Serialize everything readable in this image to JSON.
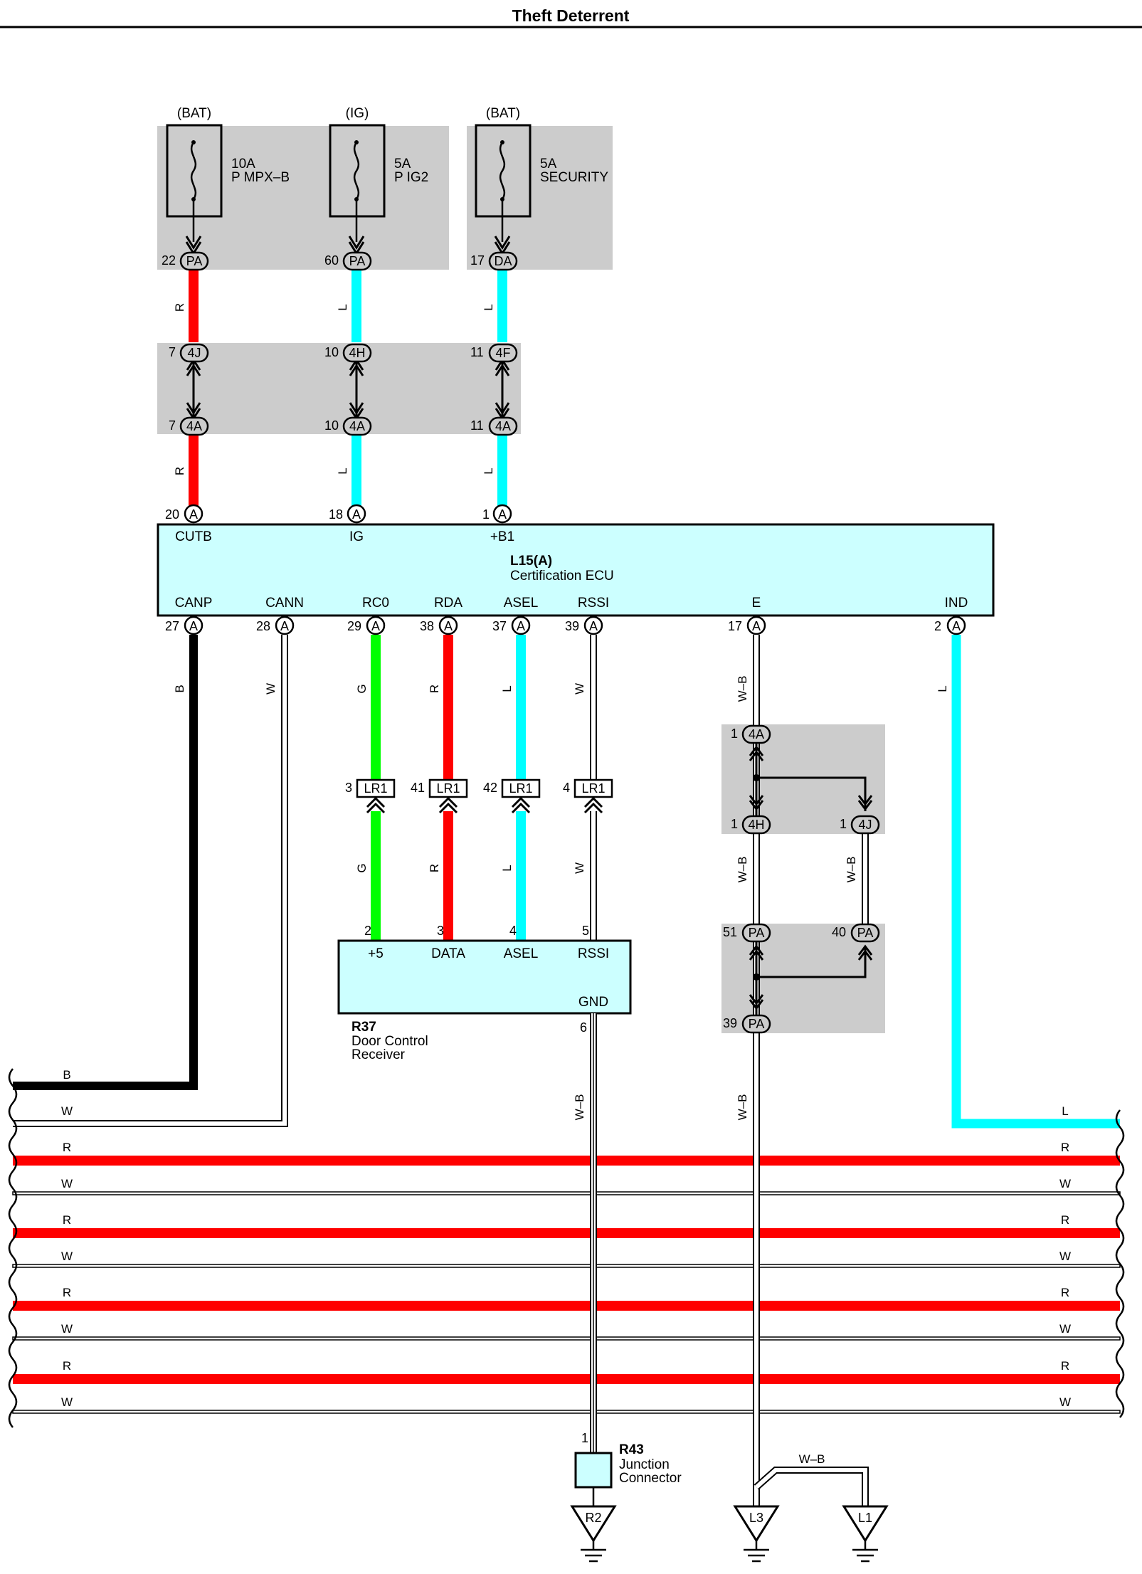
{
  "title": "Theft Deterrent",
  "colors": {
    "red": "#ff0000",
    "blue": "#00ffff",
    "green": "#00ff00",
    "black": "#000000",
    "white_wire": "#ffffff",
    "ecu_fill": "#ccffff",
    "junction_fill": "#cccccc"
  },
  "fuses": [
    {
      "source": "(BAT)",
      "rating": "10A",
      "name": "P MPX–B",
      "pin": "22",
      "conn": "PA",
      "wire": "R"
    },
    {
      "source": "(IG)",
      "rating": "5A",
      "name": "P IG2",
      "pin": "60",
      "conn": "PA",
      "wire": "L"
    },
    {
      "source": "(BAT)",
      "rating": "5A",
      "name": "SECURITY",
      "pin": "17",
      "conn": "DA",
      "wire": "L"
    }
  ],
  "upper_junction": [
    {
      "pin_top": "7",
      "conn_top": "4J",
      "pin_bottom": "7",
      "conn_bottom": "4A",
      "wire": "R"
    },
    {
      "pin_top": "10",
      "conn_top": "4H",
      "pin_bottom": "10",
      "conn_bottom": "4A",
      "wire": "L"
    },
    {
      "pin_top": "11",
      "conn_top": "4F",
      "pin_bottom": "11",
      "conn_bottom": "4A",
      "wire": "L"
    }
  ],
  "ecu": {
    "id": "L15(A)",
    "name": "Certification ECU",
    "conn": "A",
    "top_pins": [
      {
        "pin": "20",
        "label": "CUTB"
      },
      {
        "pin": "18",
        "label": "IG"
      },
      {
        "pin": "1",
        "label": "+B1"
      }
    ],
    "bottom_pins": [
      {
        "pin": "27",
        "label": "CANP",
        "wire": "B"
      },
      {
        "pin": "28",
        "label": "CANN",
        "wire": "W"
      },
      {
        "pin": "29",
        "label": "RC0",
        "wire": "G"
      },
      {
        "pin": "38",
        "label": "RDA",
        "wire": "R"
      },
      {
        "pin": "37",
        "label": "ASEL",
        "wire": "L"
      },
      {
        "pin": "39",
        "label": "RSSI",
        "wire": "W"
      },
      {
        "pin": "17",
        "label": "E",
        "wire": "W–B"
      },
      {
        "pin": "2",
        "label": "IND",
        "wire": "L"
      }
    ]
  },
  "lr1": {
    "conn": "LR1",
    "pins": [
      {
        "pin": "3",
        "wire": "G"
      },
      {
        "pin": "41",
        "wire": "R"
      },
      {
        "pin": "42",
        "wire": "L"
      },
      {
        "pin": "4",
        "wire": "W"
      }
    ]
  },
  "receiver": {
    "id": "R37",
    "name_line1": "Door Control",
    "name_line2": "Receiver",
    "pins": [
      {
        "pin": "2",
        "label": "+5"
      },
      {
        "pin": "3",
        "label": "DATA"
      },
      {
        "pin": "4",
        "label": "ASEL"
      },
      {
        "pin": "5",
        "label": "RSSI"
      }
    ],
    "gnd_label": "GND",
    "gnd_pin": "6",
    "gnd_wire": "W–B"
  },
  "ground_junction": {
    "j1_pin": "1",
    "j1_conn": "4A",
    "j2_pin": "1",
    "j2_conn": "4H",
    "j3_pin": "1",
    "j3_conn": "4J",
    "p1_pin": "51",
    "p1_conn": "PA",
    "p2_pin": "40",
    "p2_conn": "PA",
    "p3_pin": "39",
    "p3_conn": "PA",
    "wire": "W–B"
  },
  "harness": {
    "left": [
      "B",
      "W",
      "R",
      "W",
      "R",
      "W",
      "R",
      "W",
      "R",
      "W"
    ],
    "right": [
      "L",
      "R",
      "W",
      "R",
      "W",
      "R",
      "W",
      "R",
      "W"
    ]
  },
  "r43": {
    "id": "R43",
    "name_line1": "Junction",
    "name_line2": "Connector",
    "pin": "1"
  },
  "grounds": {
    "g1": "R2",
    "g2": "L3",
    "g3": "L1",
    "wire": "W–B"
  }
}
